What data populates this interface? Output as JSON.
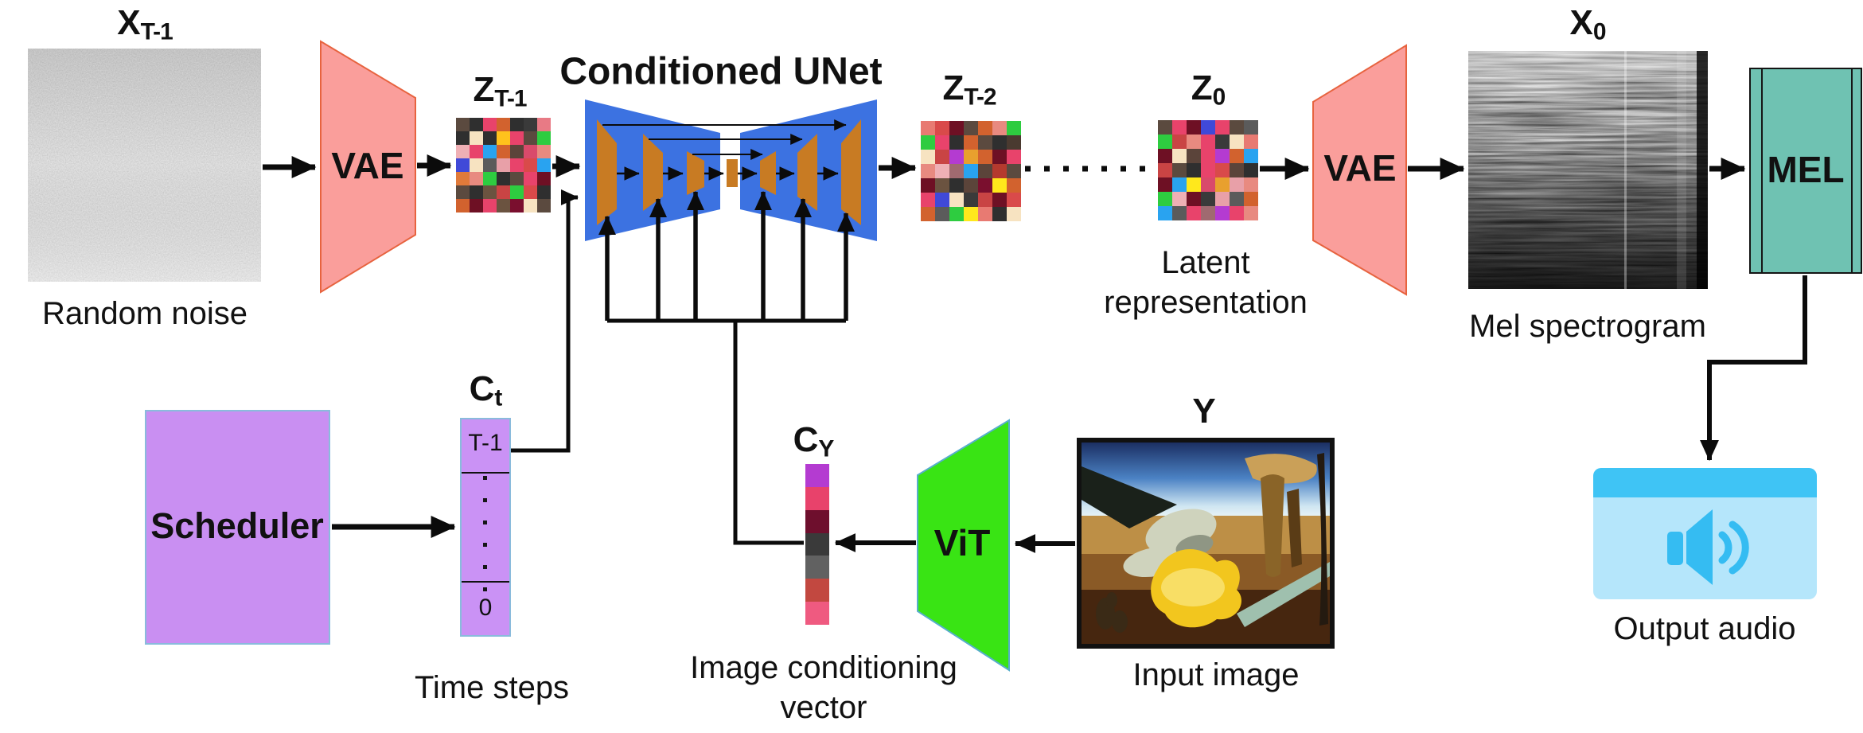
{
  "colors": {
    "text": "#111111",
    "arrow": "#0b0b0b",
    "vae_fill": "#FA9E9B",
    "vae_stroke": "#E7633F",
    "unet_blue": "#3C72E1",
    "unet_orange": "#C87B23",
    "mel_fill": "#6FC2B2",
    "mel_stroke": "#141414",
    "scheduler_fill": "#C98FF2",
    "scheduler_stroke": "#8ABBDC",
    "timesteps_fill": "#CA92F5",
    "vit_fill": "#39E414",
    "vit_stroke": "#57AECB",
    "audio_bar": "#3FC4F5",
    "audio_body": "#B5E6FB",
    "audio_glyph": "#35BCF2"
  },
  "labels": {
    "x_t_minus_1": {
      "base": "X",
      "sub": "T-1"
    },
    "random_noise": "Random noise",
    "vae_encoder": "VAE",
    "z_t_minus_1": {
      "base": "Z",
      "sub": "T-1"
    },
    "conditioned_unet": "Conditioned UNet",
    "z_t_minus_2": {
      "base": "Z",
      "sub": "T-2"
    },
    "z_0": {
      "base": "Z",
      "sub": "0"
    },
    "latent_representation": "Latent representation",
    "vae_decoder": "VAE",
    "x_0": {
      "base": "X",
      "sub": "0"
    },
    "mel_spectrogram": "Mel spectrogram",
    "mel": "MEL",
    "output_audio": "Output audio",
    "scheduler": "Scheduler",
    "c_t": {
      "base": "C",
      "sub": "t"
    },
    "t_first": "T-1",
    "t_last": "0",
    "time_steps": "Time steps",
    "c_y": {
      "base": "C",
      "sub": "Y"
    },
    "image_conditioning_vector": "Image conditioning vector",
    "vit": "ViT",
    "y": "Y",
    "input_image": "Input image"
  },
  "grids": {
    "z_t_minus_1": {
      "cols": 7,
      "cells": [
        "#5b4a3f",
        "#2f2f2f",
        "#e8436b",
        "#d2622e",
        "#2f2f2f",
        "#3a3a3a",
        "#e87a85",
        "#2f2f2f",
        "#f7e3c1",
        "#2f2f2f",
        "#ffc21c",
        "#e8436b",
        "#5b4a3f",
        "#2ecc40",
        "#efb0b5",
        "#e8436b",
        "#29a3f0",
        "#d2622e",
        "#5b443a",
        "#d94a6b",
        "#e88a80",
        "#4049d8",
        "#f7e3c1",
        "#5b5b5b",
        "#e8a0a8",
        "#e8436b",
        "#d94a4a",
        "#29a3f0",
        "#e07a3a",
        "#e88a80",
        "#2ecc40",
        "#2f2f2f",
        "#5b4a3f",
        "#e8436b",
        "#6e1024",
        "#5b4a3f",
        "#2f2f2f",
        "#6b5340",
        "#c94444",
        "#2ecc40",
        "#d94a4a",
        "#2f2f2f",
        "#d2622e",
        "#6e1024",
        "#e8436b",
        "#6b5340",
        "#7a0f2e",
        "#f7e3c1",
        "#5b4a3f"
      ]
    },
    "z_t_minus_2": {
      "cols": 7,
      "cells": [
        "#e87a72",
        "#d94a4a",
        "#6e1024",
        "#5b4a3f",
        "#d2622e",
        "#e88a80",
        "#2ecc40",
        "#2ecc40",
        "#e8436b",
        "#2f2f2f",
        "#d2622e",
        "#5b4a3f",
        "#2f2f2f",
        "#4a3a30",
        "#f7e3c1",
        "#c94444",
        "#b43bd1",
        "#e8a02e",
        "#d2622e",
        "#6e1024",
        "#e8436b",
        "#e88a80",
        "#efb0b5",
        "#a06a70",
        "#29a3f0",
        "#5b443a",
        "#b53a2e",
        "#5b4a3f",
        "#6e1024",
        "#6b5340",
        "#2f2f2f",
        "#5b443a",
        "#7a0f2e",
        "#ffe81c",
        "#d2622e",
        "#e8436b",
        "#4049d8",
        "#f7e3c1",
        "#3a3a3a",
        "#c94444",
        "#6e1024",
        "#d94a4a",
        "#d2622e",
        "#5b5b5b",
        "#2ecc40",
        "#ffe81c",
        "#e87a72",
        "#2f2f2f",
        "#f7e3c1"
      ]
    },
    "z_0": {
      "cols": 7,
      "cells": [
        "#5b4a3f",
        "#e8436b",
        "#6e1024",
        "#4049d8",
        "#e8436b",
        "#5b4a3f",
        "#5b5b5b",
        "#2ecc40",
        "#c94444",
        "#e88a80",
        "#e8436b",
        "#3a3a3a",
        "#f7e3c1",
        "#e87a72",
        "#6e1024",
        "#f7e3c1",
        "#5b443a",
        "#e8436b",
        "#b43bd1",
        "#d2622e",
        "#29a3f0",
        "#c94444",
        "#5b4a3f",
        "#2f2f2f",
        "#e8436b",
        "#d94a4a",
        "#5b443a",
        "#2f2f2f",
        "#6e1024",
        "#29a3f0",
        "#ffe81c",
        "#d94a6b",
        "#e8a02e",
        "#e8a0a8",
        "#e88a80",
        "#2ecc40",
        "#efb0b5",
        "#6e1024",
        "#3a3a3a",
        "#e8a0a8",
        "#5b5b5b",
        "#d2622e",
        "#29a3f0",
        "#5b5b5b",
        "#e8436b",
        "#a06a70",
        "#b43bd1",
        "#e8436b",
        "#e88a80"
      ]
    }
  },
  "conditioning_vector": {
    "segments": [
      "#b43bd1",
      "#e8426b",
      "#6e0f2d",
      "#3a3a3a",
      "#616161",
      "#c24840",
      "#ef5a80"
    ]
  }
}
